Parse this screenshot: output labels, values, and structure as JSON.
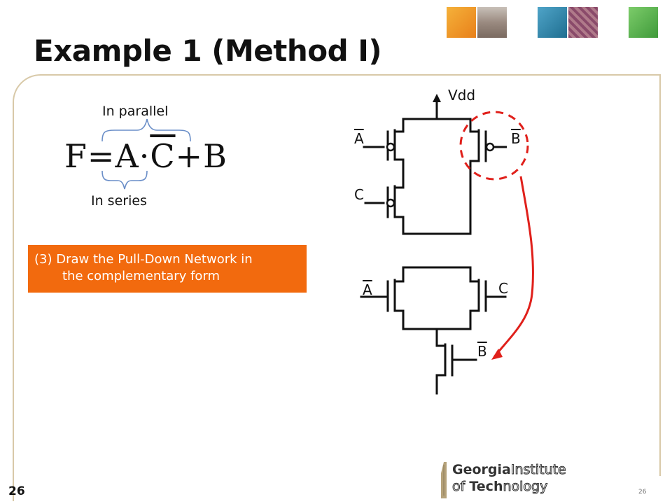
{
  "slide": {
    "title": "Example 1 (Method I)",
    "slide_number": "26",
    "slide_number_small": "26"
  },
  "formula": {
    "text_F": "F",
    "text_eq": "=",
    "text_A": "A",
    "text_dot": "·",
    "text_C": "C",
    "text_plus": "+",
    "text_B": "B",
    "brace_top_label": "In parallel",
    "brace_bottom_label": "In series"
  },
  "step_box": {
    "line1": "(3) Draw the Pull-Down Network in",
    "line2": "the complementary form"
  },
  "circuit": {
    "vdd_label": "Vdd",
    "pun_inputs": [
      "A",
      "B",
      "C"
    ],
    "pdn_inputs": [
      "A",
      "C",
      "B"
    ]
  },
  "logo": {
    "line1_bold": "Georgia",
    "line1_rest": "Institute",
    "line2_prefix": "of ",
    "line2_bold": "Tech",
    "line2_rest": "nology"
  },
  "colors": {
    "orange": "#f26a0e",
    "red_annotation": "#e0201b",
    "frame": "#d8c9a8"
  }
}
